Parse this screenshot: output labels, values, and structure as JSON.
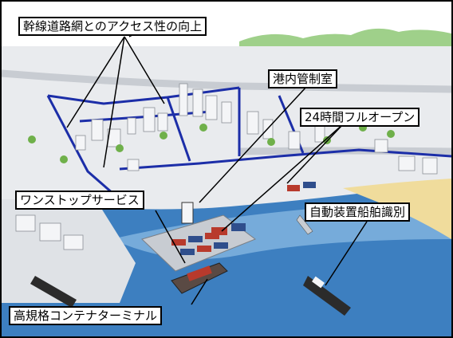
{
  "labels": {
    "arterial_road_access": "幹線道路網とのアクセス性の向上",
    "port_control_room": "港内管制室",
    "open_24h": "24時間フルオープン",
    "one_stop_service": "ワンストップサービス",
    "auto_ship_identification": "自動装置船舶識別",
    "high_standard_container_terminal": "高規格コンテナターミナル"
  },
  "colors": {
    "sea": "#3d7fc0",
    "sea_light": "#8fbde6",
    "land": "#e9ebee",
    "road": "#1c2ea8",
    "quay": "#c8ccd2",
    "building": "#f4f5f7",
    "tree": "#6fb04a",
    "mountain": "#8fc77a",
    "sky": "#ffffff",
    "beach": "#f0dc9c",
    "container_red": "#b83a2c",
    "container_blue": "#2f4e8c",
    "frame": "#000000"
  }
}
